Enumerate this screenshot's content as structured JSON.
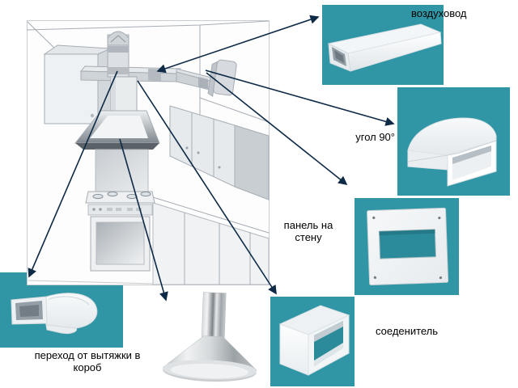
{
  "colors": {
    "background": "#ffffff",
    "box_teal": "#3096a5",
    "arrow": "#0e2a46",
    "text": "#000000"
  },
  "components": {
    "duct": {
      "label": "воздуховод"
    },
    "elbow": {
      "label": "угол 90°"
    },
    "wall_panel": {
      "label": "панель на стену",
      "label_lines": [
        "панель на",
        "стену"
      ]
    },
    "connector": {
      "label": "соеденитель"
    },
    "transition": {
      "label": "переход от вытяжки в короб",
      "label_lines": [
        "переход от вытяжки в",
        "короб"
      ]
    }
  }
}
